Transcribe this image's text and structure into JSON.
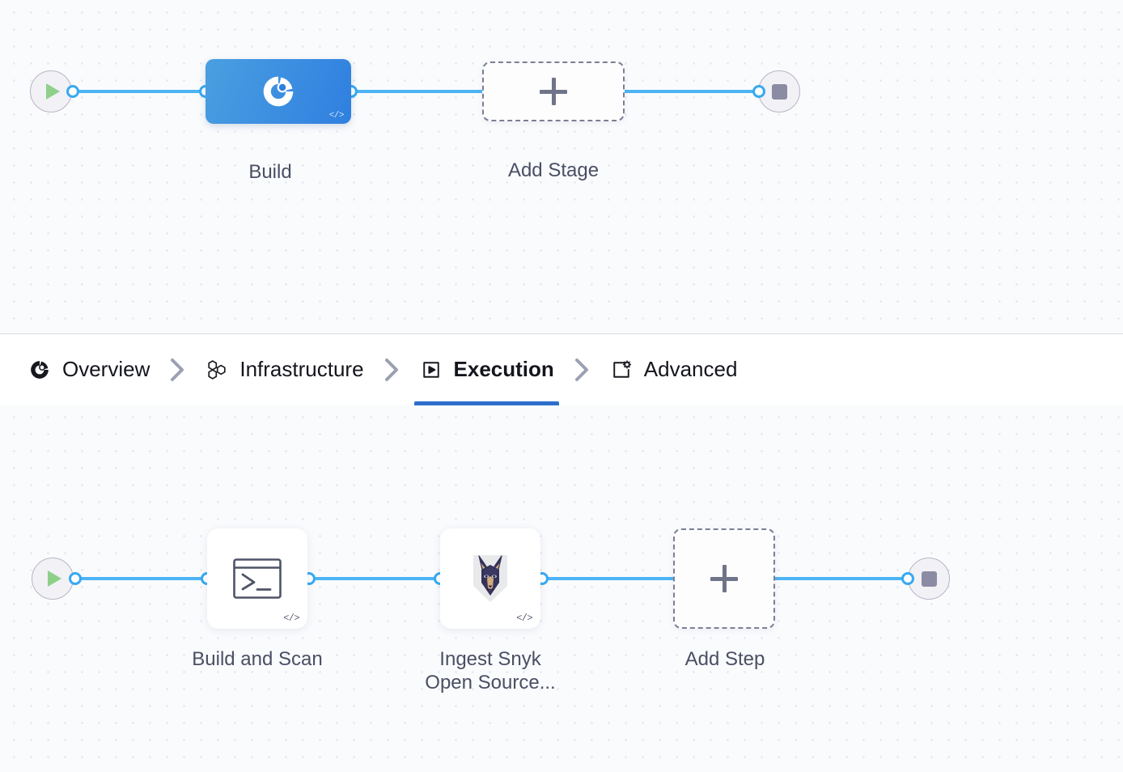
{
  "theme": {
    "canvas_bg": "#fafbfd",
    "grid_dot": "#dcdfe8",
    "connector": "#4db4f4",
    "connector_node": "#38a9f0",
    "stage_gradient_from": "#4a9fe0",
    "stage_gradient_to": "#2f7fe0",
    "tab_active": "#2c6ecb",
    "caption_text": "#4a4f63",
    "start_play": "#8ed08a",
    "stop_square": "#8b8ba3",
    "dashed_border": "#7b7f95"
  },
  "stages_canvas": {
    "name": "stages-canvas",
    "start_node": {
      "icon": "play-icon",
      "label": ""
    },
    "end_node": {
      "icon": "stop-icon",
      "label": ""
    },
    "nodes": [
      {
        "id": "build-stage",
        "caption": "Build",
        "icon": "ci-build-icon",
        "badge": "</>",
        "selected": true,
        "type": "stage"
      },
      {
        "id": "add-stage",
        "caption": "Add Stage",
        "icon": "plus-icon",
        "type": "add"
      }
    ]
  },
  "tabbar": {
    "name": "stage-config-tabs",
    "tabs": [
      {
        "id": "overview",
        "label": "Overview",
        "icon": "ci-build-icon",
        "active": false
      },
      {
        "id": "infrastructure",
        "label": "Infrastructure",
        "icon": "hexagons-icon",
        "active": false
      },
      {
        "id": "execution",
        "label": "Execution",
        "icon": "play-frame-icon",
        "active": true
      },
      {
        "id": "advanced",
        "label": "Advanced",
        "icon": "card-gear-icon",
        "active": false
      }
    ],
    "separator_icon": "chevron-right-icon"
  },
  "steps_canvas": {
    "name": "execution-steps-canvas",
    "start_node": {
      "icon": "play-icon"
    },
    "end_node": {
      "icon": "stop-icon"
    },
    "nodes": [
      {
        "id": "build-and-scan",
        "caption": "Build and Scan",
        "caption_line2": "",
        "icon": "terminal-icon",
        "badge": "</>",
        "type": "step"
      },
      {
        "id": "ingest-snyk-open-source",
        "caption": "Ingest Snyk",
        "caption_line2": "Open Source...",
        "icon": "snyk-doberman-icon",
        "badge": "</>",
        "type": "step"
      },
      {
        "id": "add-step",
        "caption": "Add Step",
        "caption_line2": "",
        "icon": "plus-icon",
        "type": "add"
      }
    ]
  }
}
